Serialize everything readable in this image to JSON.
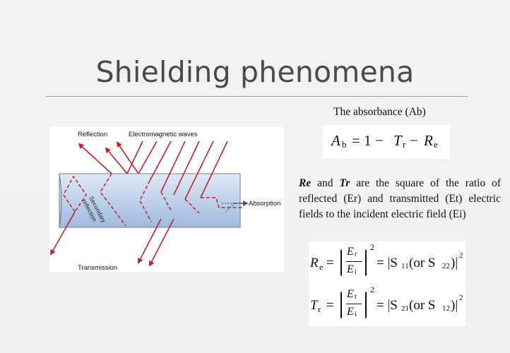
{
  "slide": {
    "title": "Shielding phenomena"
  },
  "figure": {
    "label_reflection": "Reflection",
    "label_em_waves": "Electromagnetic waves",
    "label_absorption": "Absorption",
    "label_secondary_1": "Secondary",
    "label_secondary_2": "reflection",
    "label_transmission": "Transmission",
    "colors": {
      "arrow": "#c0242b",
      "shield_top": "#d5e2f4",
      "shield_bottom": "#9db7de",
      "shield_edge": "#6f7f96"
    }
  },
  "absorbance": {
    "caption": "The absorbance (Ab)",
    "eq_lhs_main": "A",
    "eq_lhs_sub": "b",
    "eq_rhs_1": "= 1 −",
    "eq_T": "T",
    "eq_T_sub": "r",
    "eq_minus": "−",
    "eq_R": "R",
    "eq_R_sub": "e"
  },
  "paragraph": {
    "re": "Re",
    "and": " and ",
    "tr": "Tr",
    "rest": " are the square of the ratio of reflected (Er) and transmitted (Et) electric fields to the incident electric field (Ei)"
  },
  "equations": {
    "re_lhs": "R",
    "re_lhs_sub": "e",
    "re_num": "E",
    "re_num_sub": "r",
    "re_den": "E",
    "re_den_sub": "i",
    "re_rhs": "= |S",
    "re_rhs_sub": "11",
    "re_rhs_mid": " (or S",
    "re_rhs_sub2": "22",
    "re_rhs_end": ")|",
    "tr_lhs": "T",
    "tr_lhs_sub": "r",
    "tr_num": "E",
    "tr_num_sub": "t",
    "tr_den": "E",
    "tr_den_sub": "i",
    "tr_rhs": "= |S",
    "tr_rhs_sub": "21",
    "tr_rhs_mid": " (or S",
    "tr_rhs_sub2": "12",
    "tr_rhs_end": ")|",
    "exponent": "2",
    "eq_sign": "="
  }
}
